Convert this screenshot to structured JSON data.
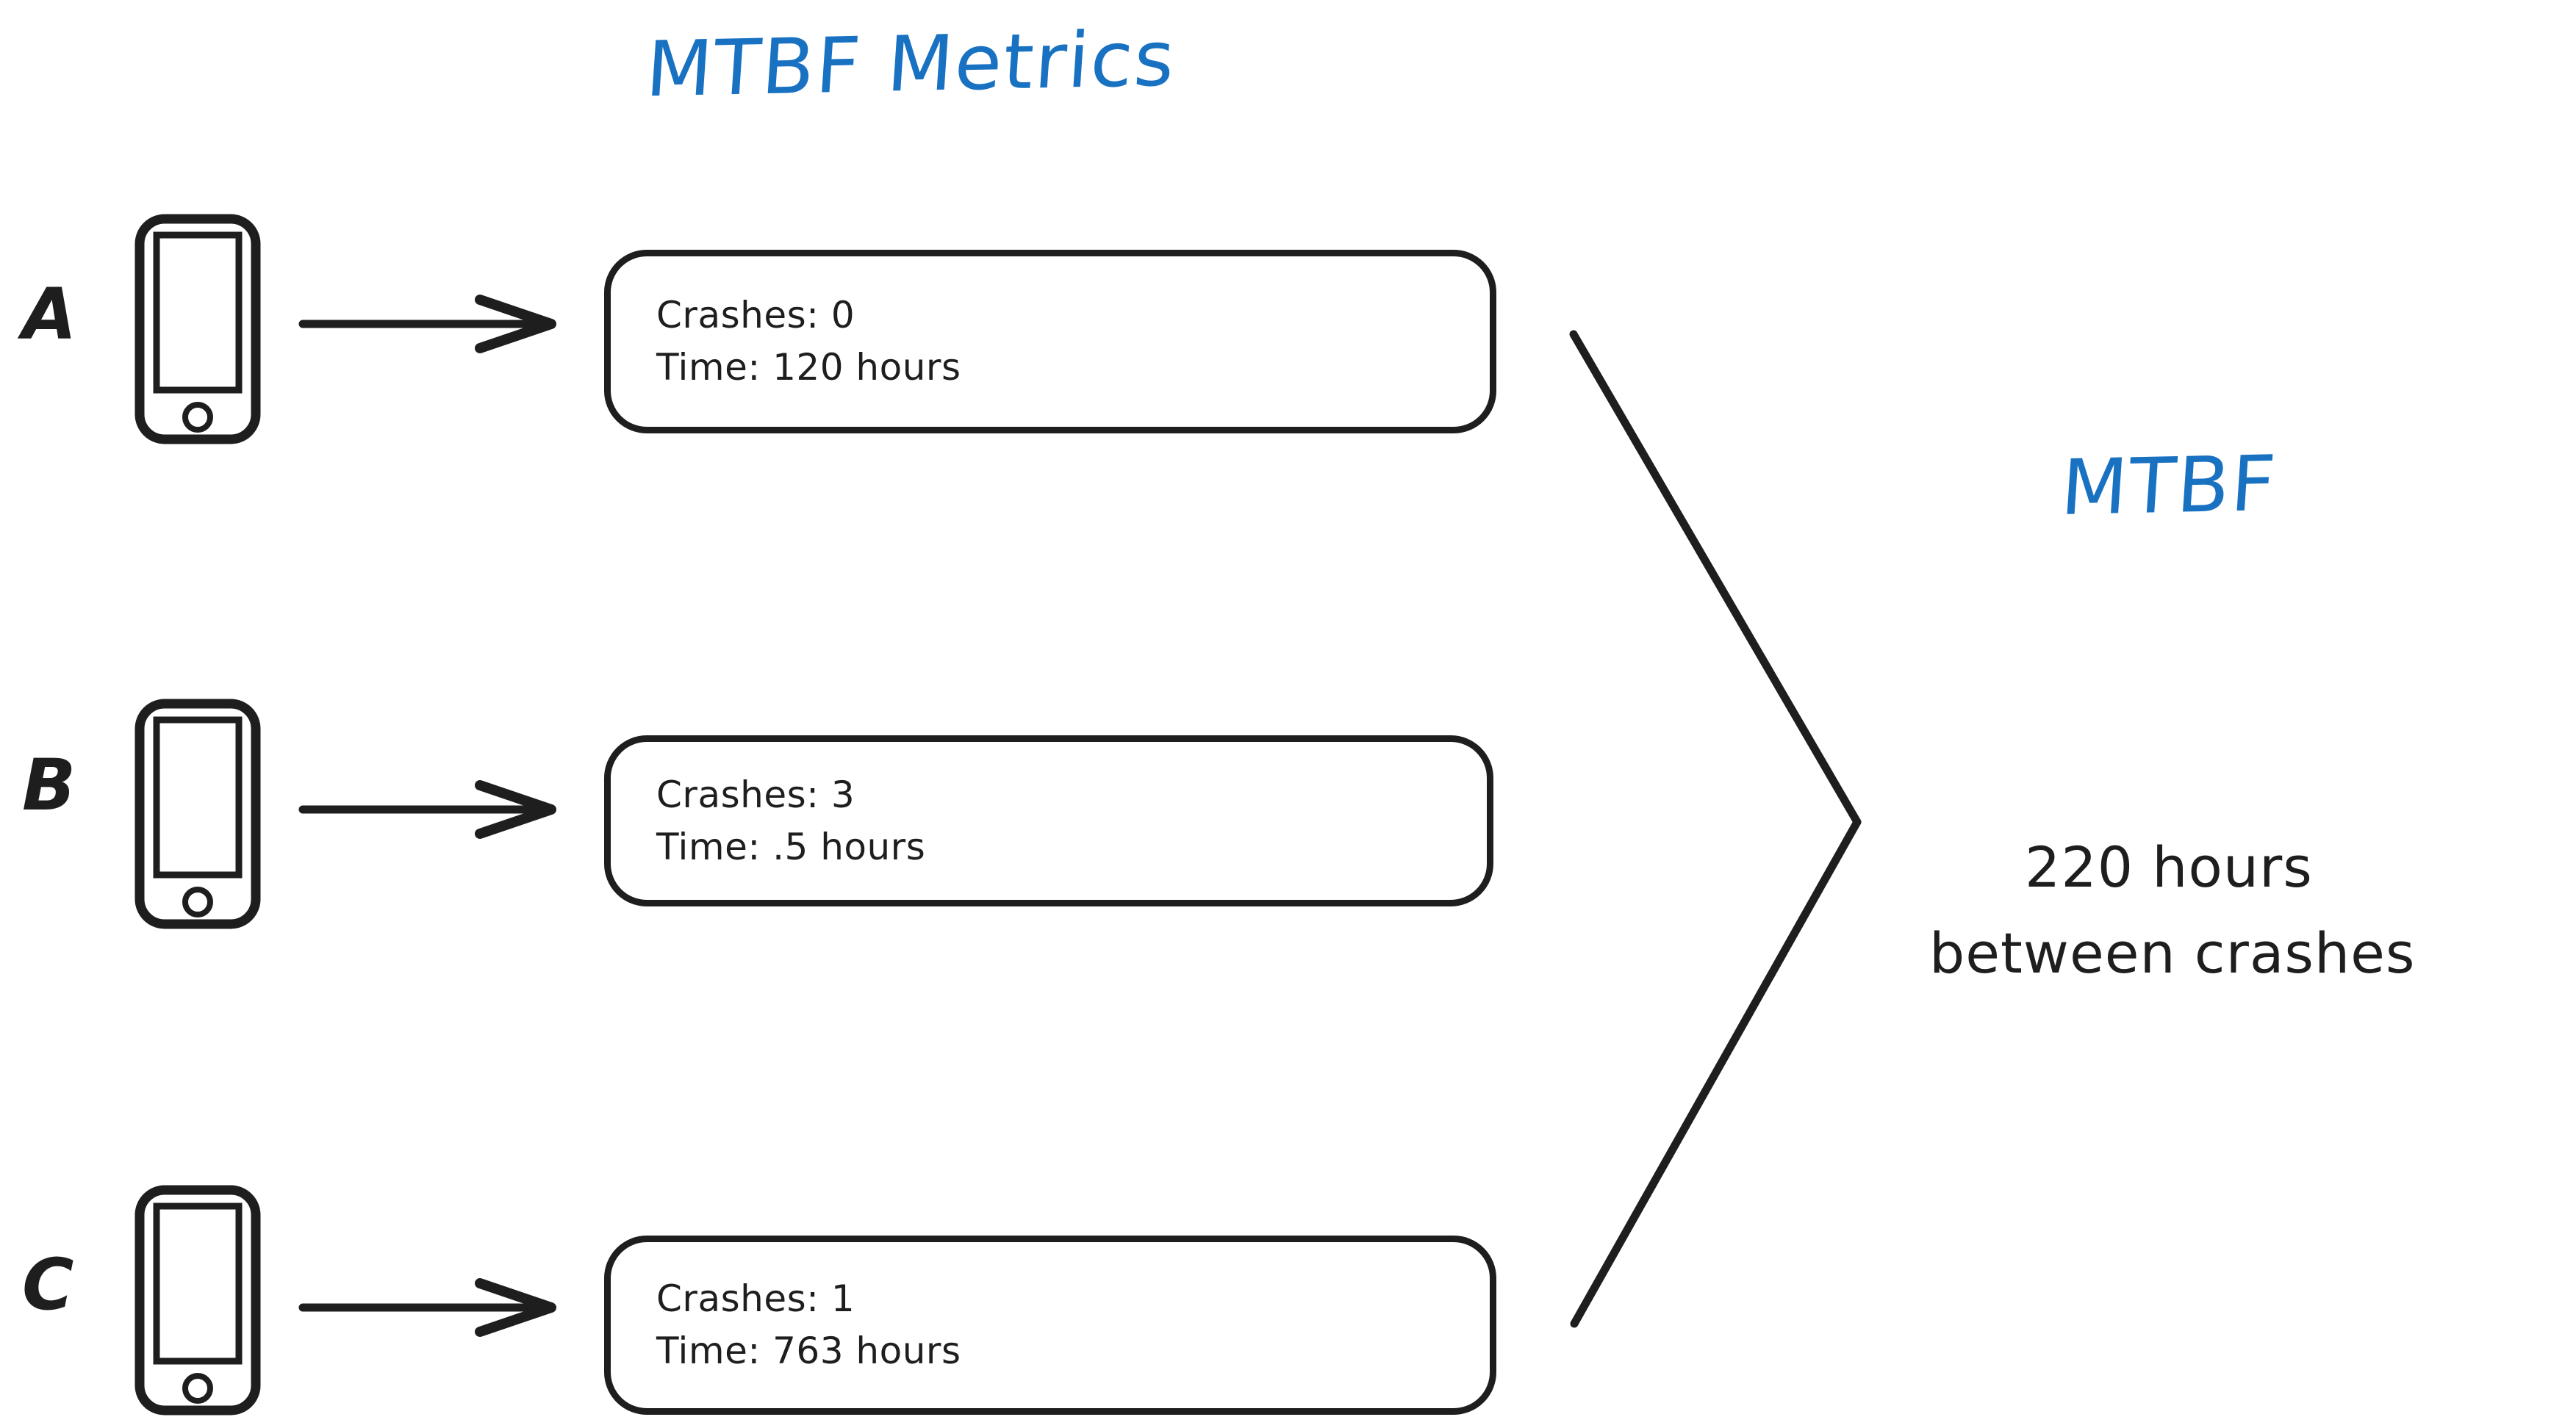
{
  "colors": {
    "accent_blue": "#1971c2",
    "ink_black": "#1e1e1e",
    "background": "#ffffff"
  },
  "header": {
    "title": "MTBF Metrics"
  },
  "devices": [
    {
      "label": "A",
      "icon": "phone-icon",
      "arrow": "arrow-right-icon",
      "metrics": {
        "crashes_line": "Crashes: 0",
        "time_line": "Time: 120 hours",
        "crashes": 0,
        "time_hours": 120
      }
    },
    {
      "label": "B",
      "icon": "phone-icon",
      "arrow": "arrow-right-icon",
      "metrics": {
        "crashes_line": "Crashes: 3",
        "time_line": "Time: .5 hours",
        "crashes": 3,
        "time_hours": 0.5
      }
    },
    {
      "label": "C",
      "icon": "phone-icon",
      "arrow": "arrow-right-icon",
      "metrics": {
        "crashes_line": "Crashes: 1",
        "time_line": "Time: 763 hours",
        "crashes": 1,
        "time_hours": 763
      }
    }
  ],
  "result": {
    "heading": "MTBF",
    "line_1": "220 hours",
    "line_2": "between crashes",
    "value": 220,
    "unit": "hours"
  }
}
